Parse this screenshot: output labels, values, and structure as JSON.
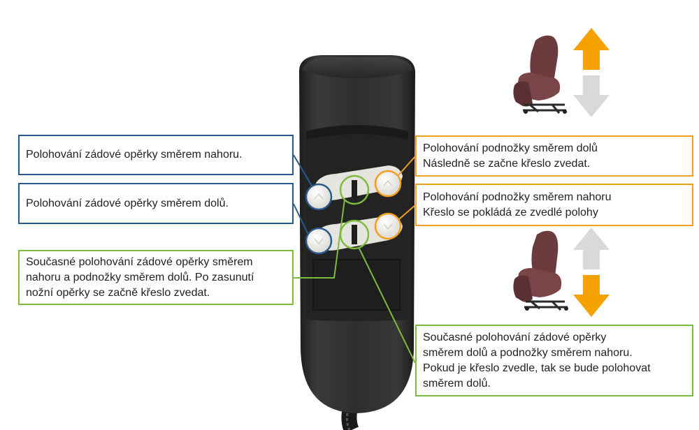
{
  "callouts": {
    "back_up": {
      "lines": [
        "Polohování zádové opěrky směrem nahoru."
      ],
      "color": "#2a5a8a"
    },
    "back_down": {
      "lines": [
        "Polohování zádové opěrky směrem dolů."
      ],
      "color": "#2a5a8a"
    },
    "both_up": {
      "lines": [
        "Současné polohování zádové opěrky směrem",
        "nahoru a podnožky směrem dolů. Po zasunutí",
        "nožní opěrky se začně křeslo zvedat."
      ],
      "color": "#7dbb3e"
    },
    "foot_down": {
      "lines": [
        "Polohování podnožky směrem dolů",
        "Následně se začne křeslo zvedat."
      ],
      "color": "#f0a020"
    },
    "foot_up": {
      "lines": [
        "Polohování podnožky směrem nahoru",
        "Křeslo se pokládá ze zvedlé polohy"
      ],
      "color": "#f0a020"
    },
    "both_down": {
      "lines": [
        "Současné polohování zádové opěrky",
        "směrem dolů a podnožky směrem nahoru.",
        "Pokud je křeslo zvedle, tak se bude polohovat",
        "směrem dolů."
      ],
      "color": "#7dbb3e"
    }
  },
  "colors": {
    "remote_body": "#2b2b2b",
    "button_face": "#efeeea",
    "arrow_active": "#f5a100",
    "arrow_inactive": "#d9d9d9",
    "chair": "#6b3b3e"
  },
  "icons": {
    "remote": "hand-controller-icon",
    "chair_top": "lift-chair-raised-icon",
    "chair_bottom": "lift-chair-lowered-icon",
    "arrow_up": "arrow-up-icon",
    "arrow_down": "arrow-down-icon"
  }
}
